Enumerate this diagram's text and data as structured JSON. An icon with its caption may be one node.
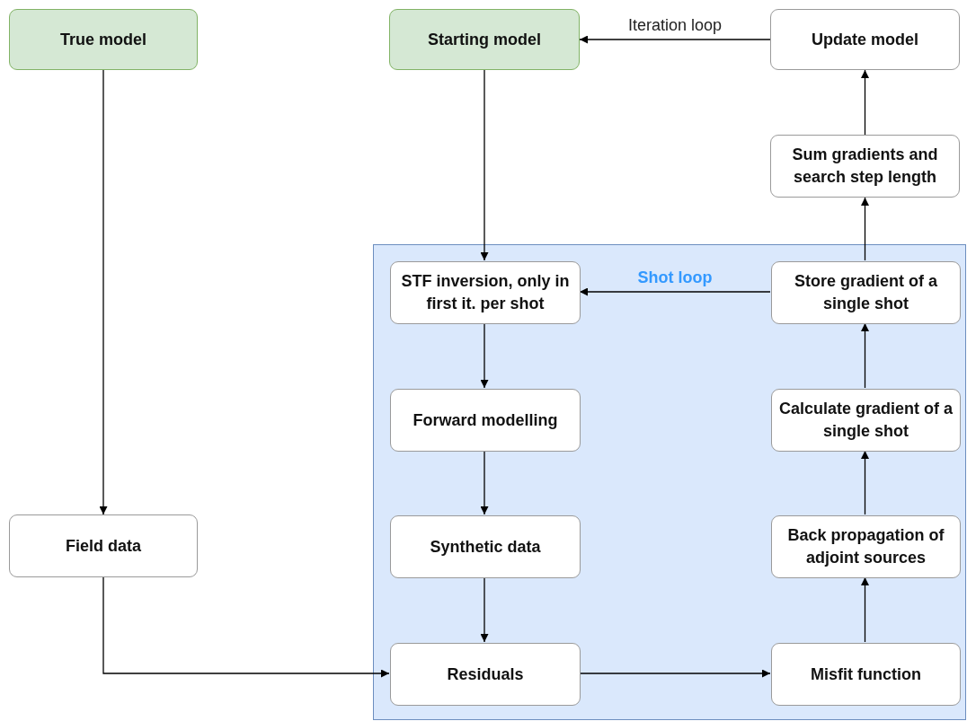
{
  "diagram": {
    "nodes": [
      {
        "text": [
          "True model"
        ]
      },
      {
        "text": [
          "Starting model"
        ]
      },
      {
        "text": [
          "Update model"
        ]
      },
      {
        "text": [
          "Sum gradients and search step length"
        ]
      },
      {
        "text": [],
        "shape": "box"
      },
      {
        "text": [
          "STF inversion, only in first it. per shot"
        ],
        "in": 4
      },
      {
        "text": [
          "Store gradient of a single shot"
        ],
        "in": 4
      },
      {
        "text": [
          "Forward modelling"
        ],
        "in": 4
      },
      {
        "text": [
          "Calculate gradient of a single shot"
        ],
        "in": 4
      },
      {
        "text": [
          "Field data"
        ]
      },
      {
        "text": [
          "Synthetic data"
        ],
        "in": 4
      },
      {
        "text": [
          "Back propagation of adjoint sources"
        ],
        "in": 4
      },
      {
        "text": [
          "Residuals"
        ],
        "in": 4
      },
      {
        "text": [
          "Misfit function"
        ],
        "in": 4
      }
    ],
    "edges": [
      {
        "from": 2,
        "to": 1,
        "arrow": "to",
        "label": "Iteration loop"
      },
      {
        "from": 3,
        "to": 2,
        "arrow": "to"
      },
      {
        "from": 6,
        "to": 3,
        "arrow": "to"
      },
      {
        "from": 1,
        "to": 5,
        "arrow": "to"
      },
      {
        "from": 6,
        "to": 5,
        "arrow": "to",
        "label": "Shot loop"
      },
      {
        "from": 5,
        "to": 7,
        "arrow": "to"
      },
      {
        "from": 7,
        "to": 10,
        "arrow": "to"
      },
      {
        "from": 10,
        "to": 12,
        "arrow": "to"
      },
      {
        "from": 0,
        "to": 9,
        "arrow": "to"
      },
      {
        "from": 9,
        "to": 12,
        "arrow": "to"
      },
      {
        "from": 12,
        "to": 13,
        "arrow": "to"
      },
      {
        "from": 13,
        "to": 11,
        "arrow": "to"
      },
      {
        "from": 11,
        "to": 8,
        "arrow": "to"
      },
      {
        "from": 8,
        "to": 6,
        "arrow": "to"
      }
    ]
  }
}
